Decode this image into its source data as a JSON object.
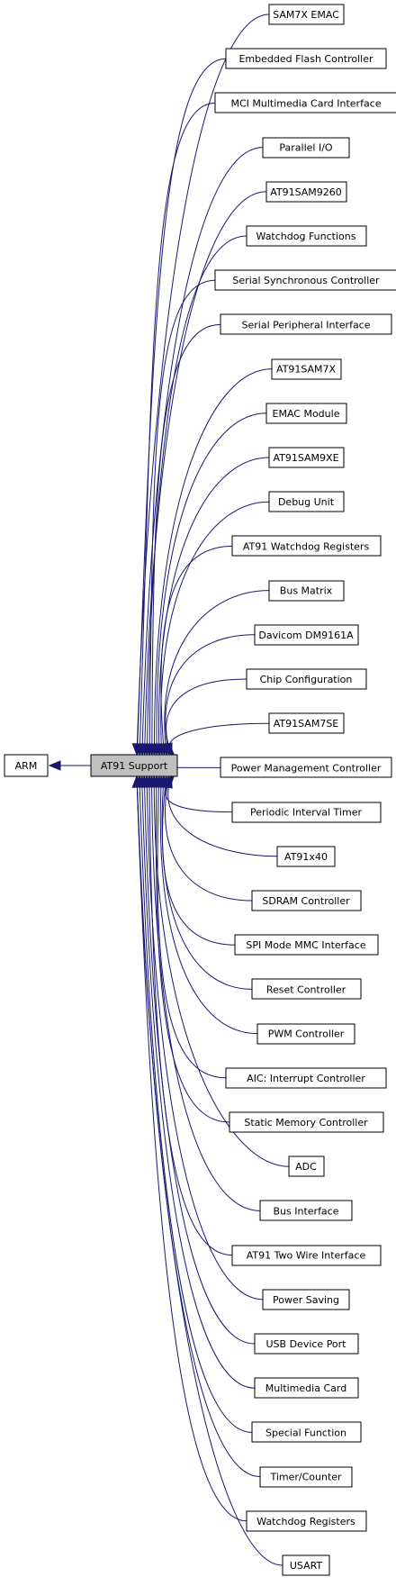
{
  "graph": {
    "current": {
      "label": "AT91 Support"
    },
    "parent": {
      "label": "ARM"
    },
    "children": [
      "SAM7X EMAC",
      "Embedded Flash Controller",
      "MCI Multimedia Card Interface",
      "Parallel I/O",
      "AT91SAM9260",
      "Watchdog Functions",
      "Serial Synchronous Controller",
      "Serial Peripheral Interface",
      "AT91SAM7X",
      "EMAC Module",
      "AT91SAM9XE",
      "Debug Unit",
      "AT91 Watchdog Registers",
      "Bus Matrix",
      "Davicom DM9161A",
      "Chip Configuration",
      "AT91SAM7SE",
      "Power Management Controller",
      "Periodic Interval Timer",
      "AT91x40",
      "SDRAM Controller",
      "SPI Mode MMC Interface",
      "Reset Controller",
      "PWM Controller",
      "AIC: Interrupt Controller",
      "Static Memory Controller",
      "ADC",
      "Bus Interface",
      "AT91 Two Wire Interface",
      "Power Saving",
      "USB Device Port",
      "Multimedia Card",
      "Special Function",
      "Timer/Counter",
      "Watchdog Registers",
      "USART"
    ],
    "colors": {
      "edge": "#191970",
      "current_fill": "#bfbfbf",
      "node_fill": "#ffffff",
      "node_border": "#000000"
    }
  }
}
